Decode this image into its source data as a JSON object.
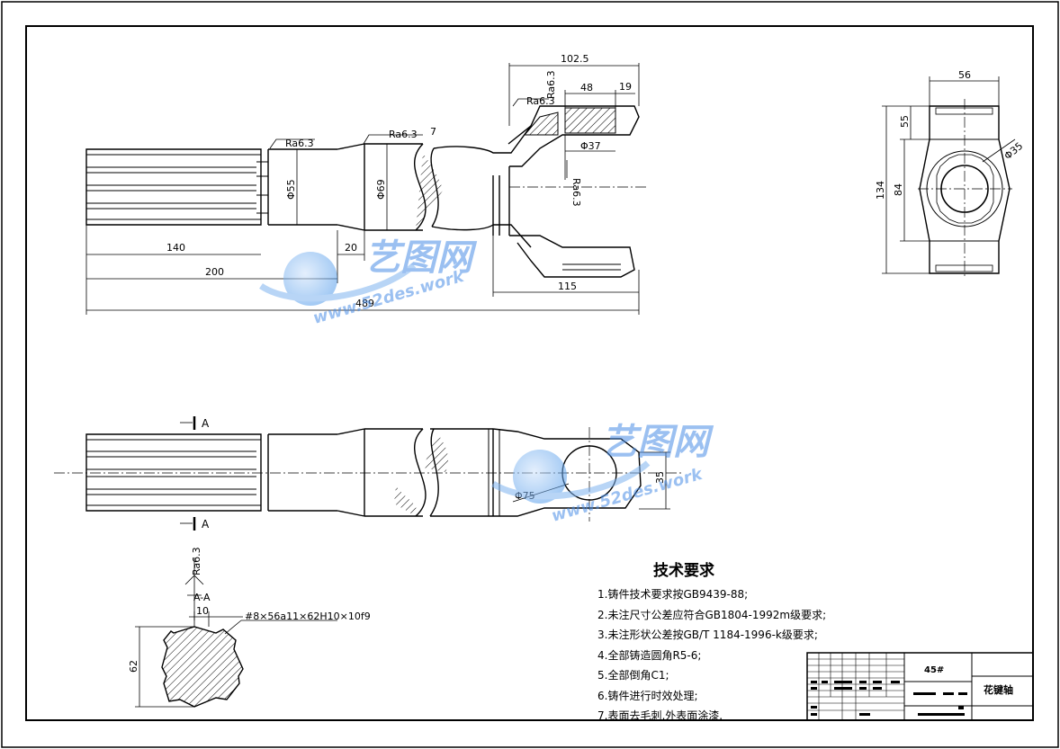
{
  "drawing": {
    "top_view": {
      "dim_overall": "489",
      "dim_200": "200",
      "dim_140": "140",
      "dim_20": "20",
      "dim_115": "115",
      "dim_102_5": "102.5",
      "dim_48": "48",
      "dim_19": "19",
      "dim_bore": "Φ37",
      "dia_55": "Φ55",
      "dia_69": "Φ69",
      "rough_1": "Ra6.3",
      "rough_2": "Ra6.3",
      "rough_3": "Ra6.3",
      "rough_4": "Ra6.3",
      "rough_5": "Ra6.3",
      "mark_7": "7"
    },
    "side_view": {
      "dim_56": "56",
      "dim_134": "134",
      "dim_84": "84",
      "dim_55": "55",
      "dia_35": "Φ35"
    },
    "front_view": {
      "section_a_top": "A",
      "section_a_bottom": "A",
      "dia_75": "Φ75",
      "dim_35": "35"
    },
    "section": {
      "label": "A-A",
      "rough": "Ra6.3",
      "spline_spec": "#8×56a11×62H10×10f9",
      "dim_10": "10",
      "dim_62": "62"
    }
  },
  "tech_requirements": {
    "title": "技术要求",
    "items": [
      "1.铸件技术要求按GB9439-88;",
      "2.未注尺寸公差应符合GB1804-1992m级要求;",
      "3.未注形状公差按GB/T 1184-1996-k级要求;",
      "4.全部铸造圆角R5-6;",
      "5.全部倒角C1;",
      "6.铸件进行时效处理;",
      "7.表面去毛刺,外表面涂漆."
    ]
  },
  "title_block": {
    "material": "45#",
    "part_name": "花键轴"
  },
  "watermark": {
    "brand": "艺图网",
    "url": "www.52des.work"
  }
}
